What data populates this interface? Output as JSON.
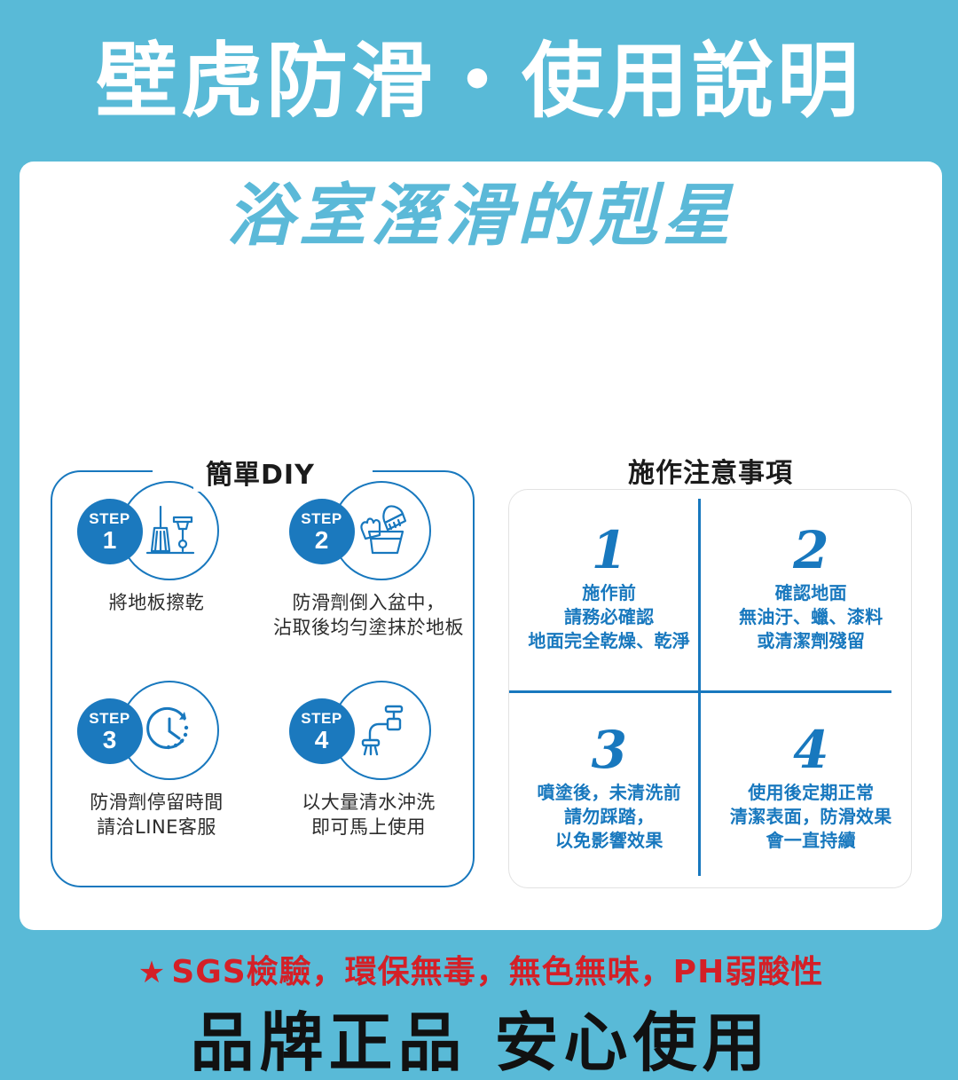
{
  "theme": {
    "background": "#59BAD7",
    "card": "#ffffff",
    "brand_blue": "#1878BE",
    "badge_blue": "#1B79BE",
    "subtitle_teal": "#5BB9D8",
    "footer_red": "#D42027",
    "footer_black": "#111111"
  },
  "header": {
    "title": "壁虎防滑・使用說明"
  },
  "subtitle": {
    "text": "浴室溼滑的剋星"
  },
  "diy": {
    "title": "簡單DIY",
    "steps": [
      {
        "badge_label": "STEP",
        "number": "1",
        "icon": "mop-icon",
        "caption": "將地板擦乾"
      },
      {
        "badge_label": "STEP",
        "number": "2",
        "icon": "glove-bucket-brush-icon",
        "caption": "防滑劑倒入盆中，\n沾取後均勻塗抹於地板"
      },
      {
        "badge_label": "STEP",
        "number": "3",
        "icon": "clock-timer-icon",
        "caption": "防滑劑停留時間\n請洽LINE客服"
      },
      {
        "badge_label": "STEP",
        "number": "4",
        "icon": "faucet-icon",
        "caption": "以大量清水沖洗\n即可馬上使用"
      }
    ]
  },
  "notes": {
    "title": "施作注意事項",
    "items": [
      {
        "number": "1",
        "text": "施作前\n請務必確認\n地面完全乾燥、乾淨"
      },
      {
        "number": "2",
        "text": "確認地面\n無油汙、蠟、漆料\n或清潔劑殘留"
      },
      {
        "number": "3",
        "text": "噴塗後，未清洗前\n請勿踩踏，\n以免影響效果"
      },
      {
        "number": "4",
        "text": "使用後定期正常\n清潔表面，防滑效果\n會一直持續"
      }
    ]
  },
  "footer": {
    "star": "★",
    "certification": "SGS檢驗，環保無毒，無色無味，PH弱酸性",
    "brand_line": "品牌正品 安心使用"
  }
}
